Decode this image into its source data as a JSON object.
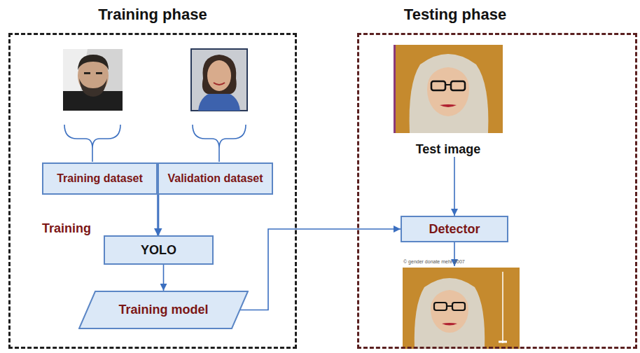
{
  "diagram": {
    "nodes": [
      {
        "text": [
          "Training phase"
        ]
      },
      {
        "text": [
          "Training dataset"
        ],
        "in": 0
      },
      {
        "text": [
          "Validation dataset"
        ],
        "in": 0
      },
      {
        "text": [
          "YOLO"
        ],
        "in": 0
      },
      {
        "text": [
          "Training model"
        ],
        "in": 0
      },
      {
        "text": [
          "Testing phase"
        ]
      },
      {
        "text": [
          "Test image"
        ],
        "in": 5
      },
      {
        "text": [
          "Detector"
        ],
        "in": 5
      }
    ],
    "edges": [
      {
        "from": 1,
        "to": 3,
        "arrow": "to"
      },
      {
        "from": 2,
        "to": 3,
        "arrow": "to"
      },
      {
        "from": 3,
        "to": 4,
        "arrow": "to"
      },
      {
        "from": 4,
        "to": 7,
        "arrow": "to"
      },
      {
        "from": 6,
        "to": 7,
        "arrow": "to"
      }
    ],
    "labels": [
      "Training",
      "© gender donate mehr 2007"
    ]
  }
}
